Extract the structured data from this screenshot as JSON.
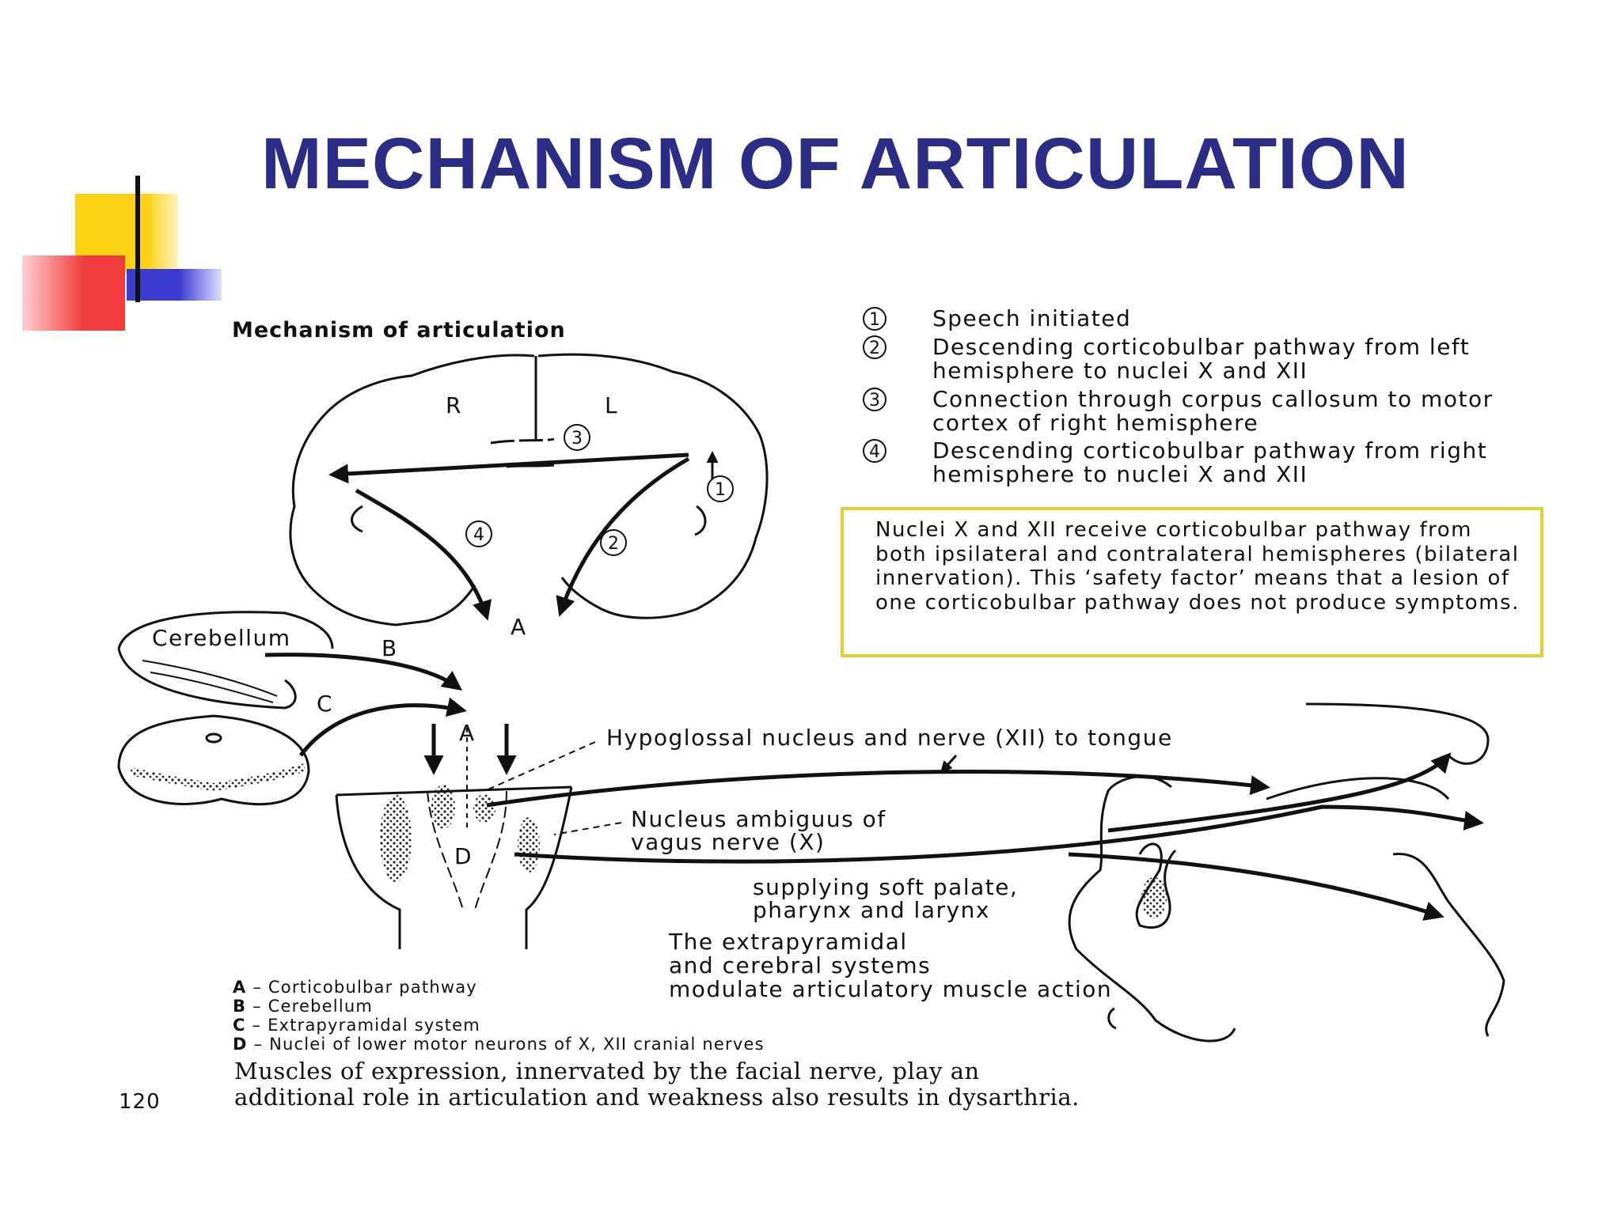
{
  "slide": {
    "title": "MECHANISM OF ARTICULATION",
    "accent_colors": {
      "title": "#2a2c86",
      "yellow": "#fcd116",
      "red": "#f03c3c",
      "blue": "#3b3bd0",
      "note_border": "#e6cf35"
    }
  },
  "figure": {
    "title": "Mechanism of articulation",
    "brain": {
      "right_label": "R",
      "left_label": "L",
      "point_a": "A"
    },
    "legend": [
      {
        "num": "1",
        "text": "Speech initiated"
      },
      {
        "num": "2",
        "text": "Descending corticobulbar pathway from left hemisphere to nuclei X and XII"
      },
      {
        "num": "3",
        "text": "Connection through corpus callosum to motor cortex of right hemisphere"
      },
      {
        "num": "4",
        "text": "Descending corticobulbar pathway from right hemisphere to nuclei X and XII"
      }
    ],
    "note": "Nuclei X and XII receive corticobulbar pathway from both ipsilateral and contralateral hemispheres (bilateral innervation). This ‘safety factor’ means that a lesion of one corticobulbar pathway does not produce symptoms.",
    "labels": {
      "cerebellum": "Cerebellum",
      "b": "B",
      "c": "C",
      "a": "A",
      "d": "D",
      "hypoglossal": "Hypoglossal nucleus and nerve (XII) to tongue",
      "ambiguus_1": "Nucleus ambiguus of",
      "ambiguus_2": "vagus nerve (X)",
      "supplying_1": "supplying soft palate,",
      "supplying_2": "pharynx and larynx",
      "extrapyr_1": "The extrapyramidal",
      "extrapyr_2": "and cerebral systems",
      "extrapyr_3": "modulate articulatory muscle action"
    },
    "key": [
      {
        "letter": "A",
        "text": " – Corticobulbar pathway"
      },
      {
        "letter": "B",
        "text": " – Cerebellum"
      },
      {
        "letter": "C",
        "text": " – Extrapyramidal system"
      },
      {
        "letter": "D",
        "text": " – Nuclei of lower motor neurons of X, XII cranial nerves"
      }
    ],
    "caption_1": "Muscles of expression, innervated by the facial nerve, play an",
    "caption_2": "additional role in articulation and weakness also results in dysarthria.",
    "page_number": "120"
  }
}
